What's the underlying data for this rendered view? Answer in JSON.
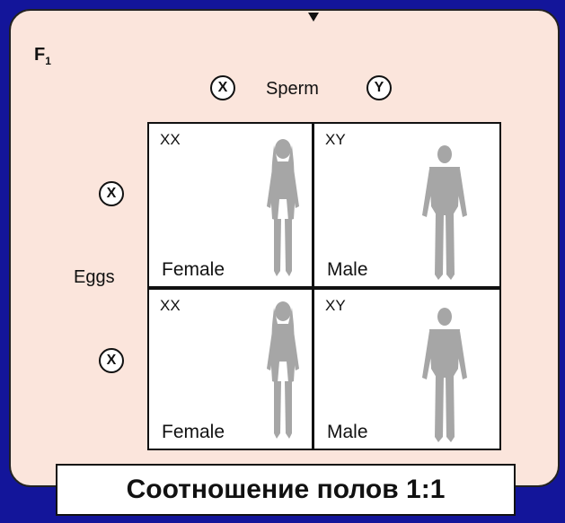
{
  "generation": {
    "letter": "F",
    "sub": "1"
  },
  "sperm": {
    "label": "Sperm",
    "gametes": [
      "X",
      "Y"
    ]
  },
  "eggs": {
    "label": "Eggs",
    "gametes": [
      "X",
      "X"
    ]
  },
  "cells": [
    {
      "genotype": "XX",
      "sex": "Female",
      "figure": "female-silhouette-icon"
    },
    {
      "genotype": "XY",
      "sex": "Male",
      "figure": "male-silhouette-icon"
    },
    {
      "genotype": "XX",
      "sex": "Female",
      "figure": "female-silhouette-icon"
    },
    {
      "genotype": "XY",
      "sex": "Male",
      "figure": "male-silhouette-icon"
    }
  ],
  "ratio_caption": "Соотношение полов 1:1",
  "colors": {
    "background": "#13159a",
    "panel": "#fbe5dc",
    "silhouette": "#a6a6a6"
  }
}
